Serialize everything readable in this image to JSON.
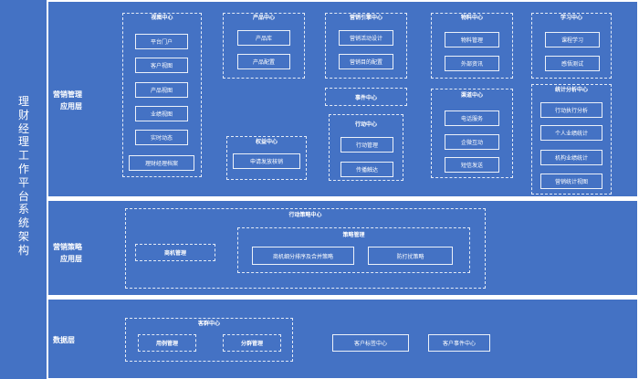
{
  "system_title": [
    "理",
    "财",
    "经",
    "理",
    "工",
    "作",
    "平",
    "台",
    "系",
    "统",
    "架",
    "构"
  ],
  "marketing_layer": {
    "label": [
      "营销管理",
      "应用层"
    ],
    "view_center": {
      "title": "视图中心",
      "items": [
        "平台门户",
        "客户视图",
        "产品视图",
        "业绩视图",
        "实时动态",
        "理财经理档案"
      ]
    },
    "product_center": {
      "title": "产品中心",
      "items": [
        "产品库",
        "产品配置"
      ]
    },
    "marketing_engine": {
      "title": "营销引擎中心",
      "items": [
        "营销活动设计",
        "营销目的配置"
      ]
    },
    "material_center": {
      "title": "物料中心",
      "items": [
        "物料管理",
        "外部资讯"
      ]
    },
    "learning_center": {
      "title": "学习中心",
      "items": [
        "课程学习",
        "感悟测试"
      ]
    },
    "event_center": {
      "title": "事件中心"
    },
    "channel_center": {
      "title": "渠道中心",
      "items": [
        "电话服务",
        "企微互动",
        "短信发送"
      ]
    },
    "stats_center": {
      "title": "统计分析中心",
      "items": [
        "行动执行分析",
        "个人业绩统计",
        "机构业绩统计",
        "营销统计视图"
      ]
    },
    "action_center": {
      "title": "行动中心",
      "items": [
        "行动管理",
        "传播触达"
      ]
    },
    "benefit_center": {
      "title": "权益中心",
      "items": [
        "申请发放核销"
      ]
    }
  },
  "strategy_layer": {
    "label": [
      "营销策略",
      "应用层"
    ],
    "action_strategy_center": {
      "title": "行动策略中心"
    },
    "route_management": "商机管理",
    "strategy_management": {
      "title": "策略管理",
      "items": [
        "商机细分排序及合并策略",
        "防打扰策略"
      ]
    }
  },
  "data_layer": {
    "label": "数据层",
    "customer_center": {
      "title": "客群中心",
      "items": [
        "用例管理",
        "分群管理"
      ]
    },
    "customer_tag_center": "客户标签中心",
    "customer_event_center": "客户事件中心"
  }
}
